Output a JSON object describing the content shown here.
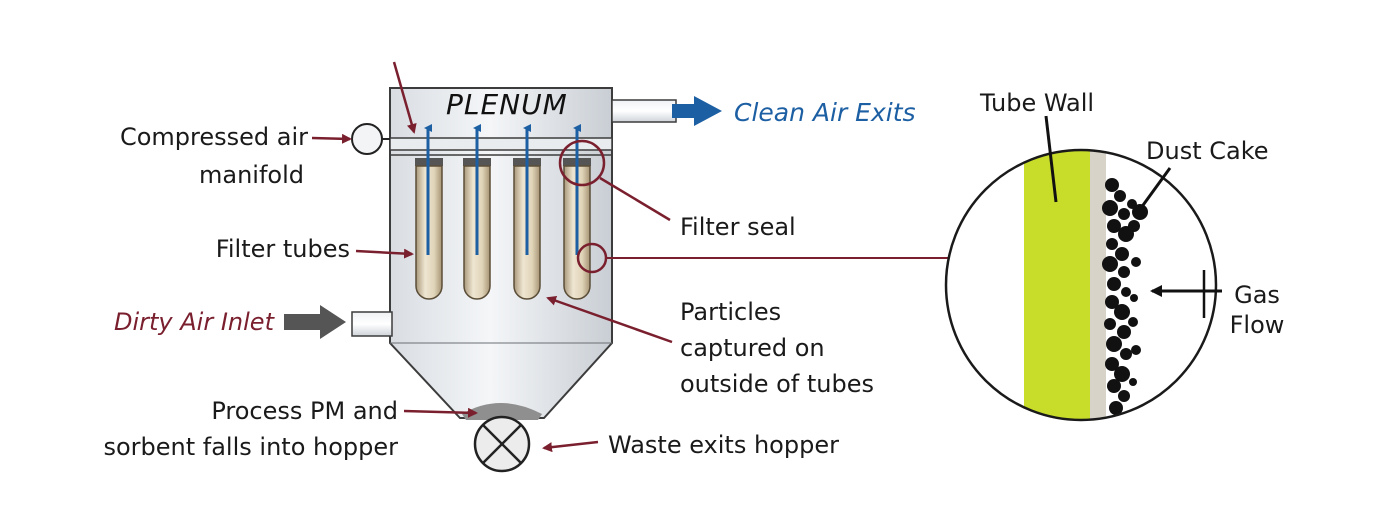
{
  "diagram": {
    "plenum_label": "PLENUM",
    "clean_air_exits": "Clean Air Exits",
    "compressed_air_line1": "Compressed air",
    "compressed_air_line2": "manifold",
    "filter_tubes": "Filter tubes",
    "filter_seal": "Filter seal",
    "dirty_air_inlet": "Dirty Air Inlet",
    "particles_line1": "Particles",
    "particles_line2": "captured on",
    "particles_line3": "outside of tubes",
    "process_pm_line1": "Process PM and",
    "process_pm_line2": "sorbent falls into hopper",
    "waste_exits": "Waste exits hopper",
    "tube_wall": "Tube Wall",
    "dust_cake": "Dust Cake",
    "gas_line1": "Gas",
    "gas_line2": "Flow"
  },
  "colors": {
    "callout_maroon": "#7a1f2e",
    "clean_air_blue": "#1d5fa3",
    "tube_wall_green": "#c8dc2a",
    "inlet_gray": "#555555"
  }
}
